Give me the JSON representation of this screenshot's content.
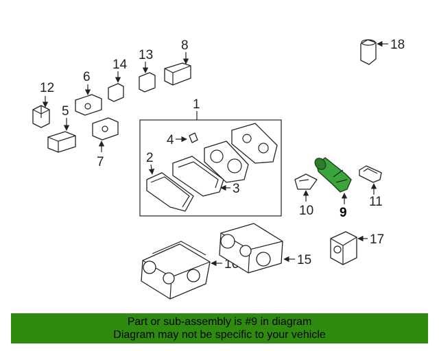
{
  "diagram": {
    "callouts": [
      "1",
      "2",
      "3",
      "4",
      "5",
      "6",
      "7",
      "8",
      "9",
      "10",
      "11",
      "12",
      "13",
      "14",
      "15",
      "16",
      "17",
      "18"
    ],
    "highlighted_callout": "9"
  },
  "banner": {
    "line1": "Part or sub-assembly is #9 in diagram",
    "line2": "Diagram may not be specific to your vehicle",
    "color": "#2e8b0f"
  },
  "highlight_color": "#3aa53a"
}
